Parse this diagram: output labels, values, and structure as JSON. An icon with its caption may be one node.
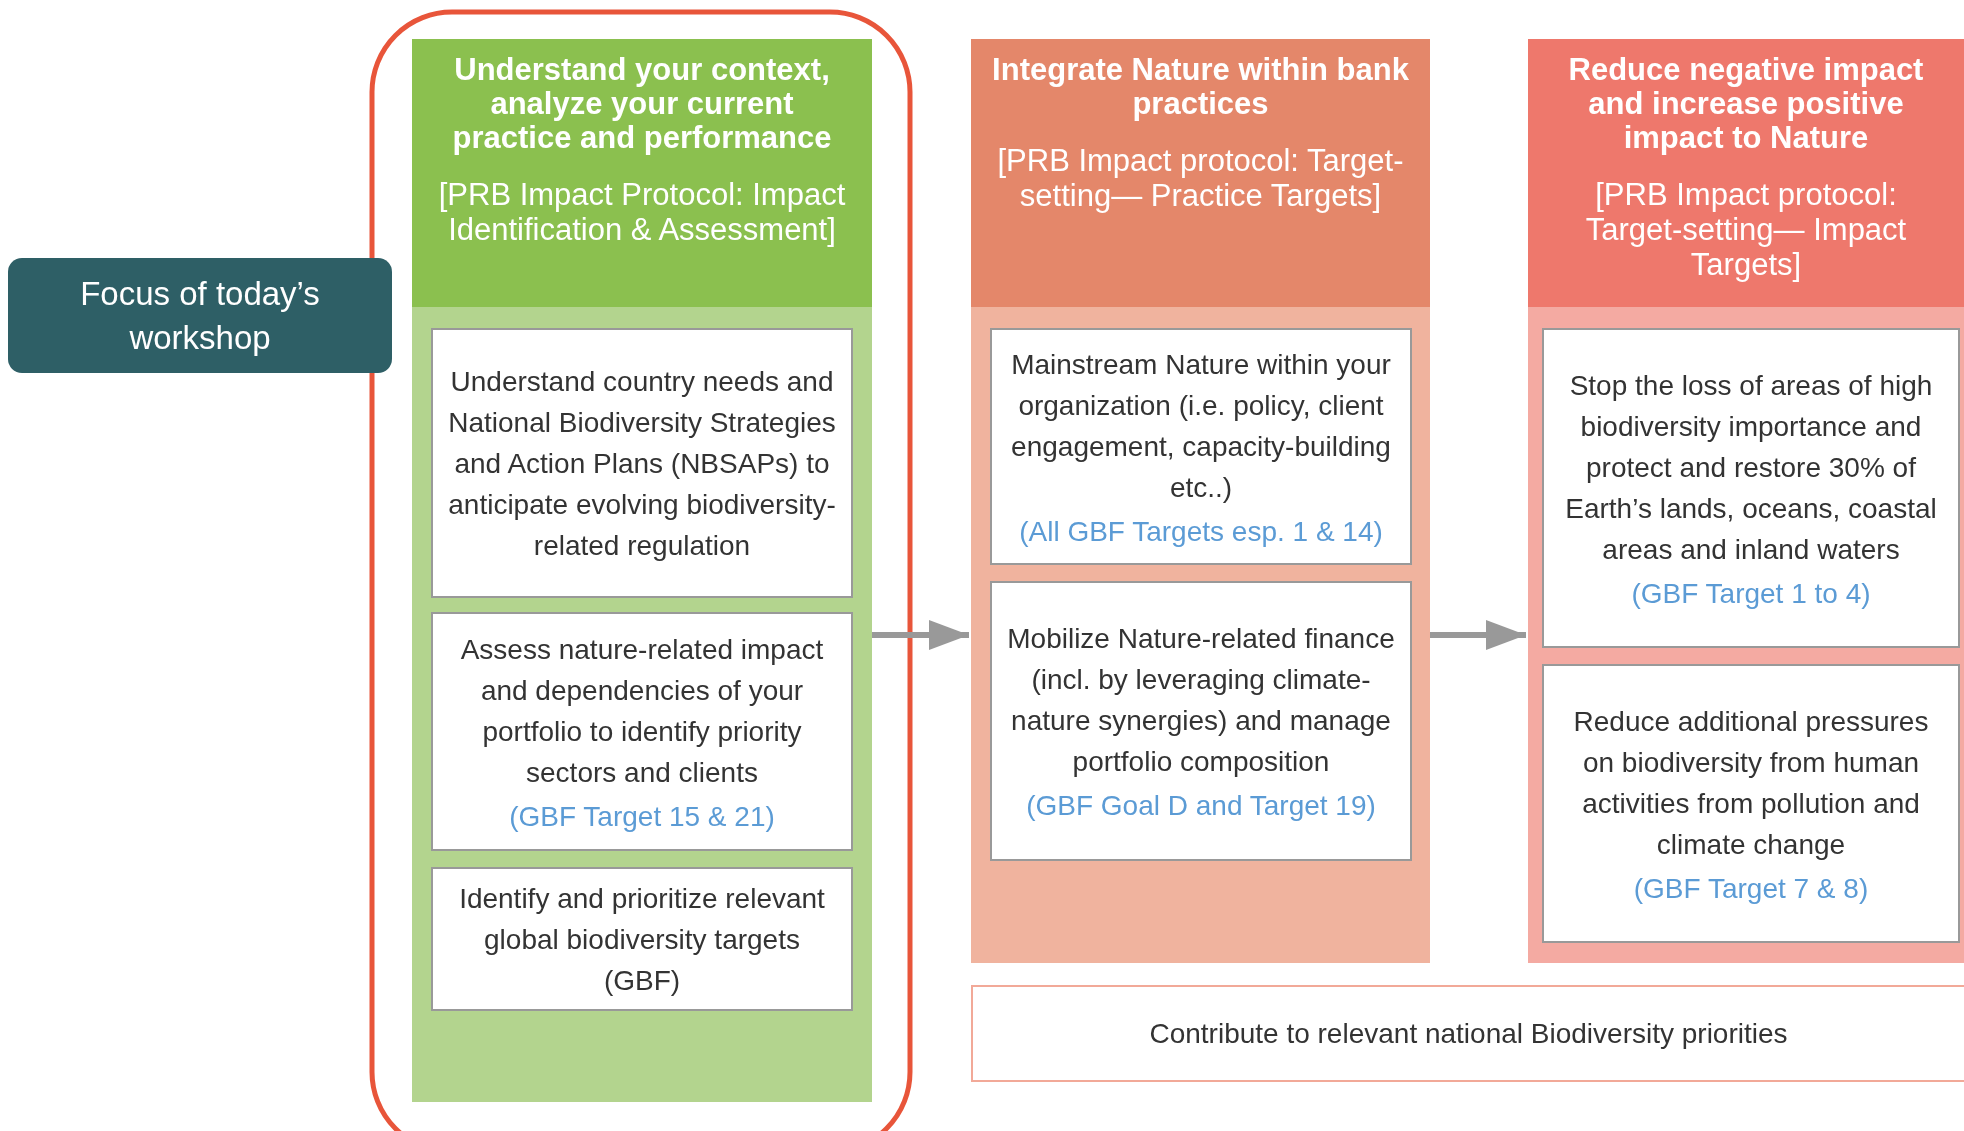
{
  "diagram": {
    "nodes": [
      {
        "text": [
          "Focus of today’s workshop"
        ]
      },
      {
        "text": [
          "Understand your context, analyze your current practice and performance",
          "[PRB Impact Protocol: Impact Identification & Assessment]"
        ]
      },
      {
        "text": [
          "Understand country needs and National Biodiversity Strategies and Action Plans (NBSAPs) to anticipate evolving biodiversity-related regulation"
        ],
        "in": 1
      },
      {
        "text": [
          "Assess nature-related impact and dependencies of your portfolio to identify priority sectors and clients",
          "(GBF Target 15 & 21)"
        ],
        "in": 1
      },
      {
        "text": [
          "Identify and prioritize relevant global biodiversity targets (GBF)"
        ],
        "in": 1
      },
      {
        "text": [
          "Integrate Nature within bank practices",
          "[PRB Impact protocol: Target-setting— Practice Targets]"
        ]
      },
      {
        "text": [
          "Mainstream Nature within your organization (i.e. policy, client engagement, capacity-building etc..)",
          "(All GBF Targets esp. 1 & 14)"
        ],
        "in": 5
      },
      {
        "text": [
          "Mobilize Nature-related finance (incl. by leveraging climate-nature synergies) and manage portfolio composition",
          "(GBF Goal D and Target 19)"
        ],
        "in": 5
      },
      {
        "text": [
          "Reduce negative impact and increase positive impact to Nature",
          "[PRB Impact protocol: Target-setting— Impact Targets]"
        ]
      },
      {
        "text": [
          "Stop the loss of areas of high biodiversity importance and protect and restore 30% of Earth’s lands, oceans, coastal areas and inland waters",
          "(GBF Target 1 to 4)"
        ],
        "in": 8
      },
      {
        "text": [
          "Reduce additional pressures on biodiversity from human activities from pollution and climate change",
          "(GBF Target 7 & 8)"
        ],
        "in": 8
      },
      {
        "text": [
          "Contribute to relevant national Biodiversity priorities"
        ]
      }
    ],
    "edges": [
      {
        "from": 1,
        "to": 5,
        "arrow": "to"
      },
      {
        "from": 5,
        "to": 8,
        "arrow": "to"
      }
    ]
  }
}
